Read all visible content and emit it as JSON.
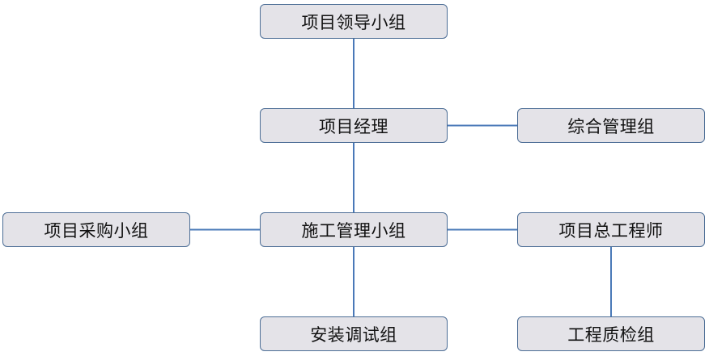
{
  "diagram": {
    "line_color": "#4a79b8",
    "node_fill": "#e4e3e8",
    "node_border": "#4d6e96",
    "nodes": {
      "leader": "项目领导小组",
      "manager": "项目经理",
      "general": "综合管理组",
      "procurement": "项目采购小组",
      "construction": "施工管理小组",
      "chief_engineer": "项目总工程师",
      "installation": "安装调试组",
      "quality": "工程质检组"
    },
    "edges": [
      {
        "from": "项目领导小组",
        "to": "项目经理"
      },
      {
        "from": "项目经理",
        "to": "综合管理组"
      },
      {
        "from": "项目经理",
        "to": "施工管理小组"
      },
      {
        "from": "施工管理小组",
        "to": "项目采购小组"
      },
      {
        "from": "施工管理小组",
        "to": "项目总工程师"
      },
      {
        "from": "施工管理小组",
        "to": "安装调试组"
      },
      {
        "from": "项目总工程师",
        "to": "工程质检组"
      }
    ]
  }
}
